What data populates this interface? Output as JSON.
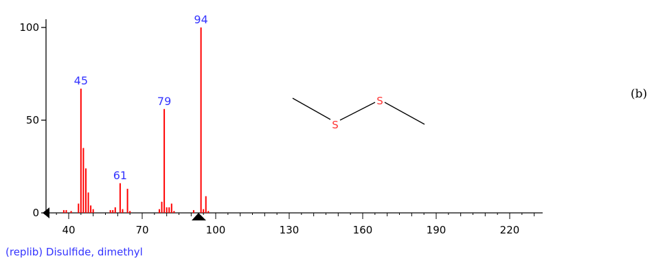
{
  "chart_data": {
    "type": "bar",
    "subtype": "mass-spectrum",
    "xlim": [
      35,
      240
    ],
    "ylim": [
      0,
      100
    ],
    "x_ticks": [
      40,
      70,
      100,
      130,
      160,
      190,
      220
    ],
    "y_ticks": [
      0,
      50,
      100
    ],
    "peaks": [
      {
        "x": 38,
        "y": 1.5
      },
      {
        "x": 39,
        "y": 1.5
      },
      {
        "x": 41,
        "y": 1
      },
      {
        "x": 44,
        "y": 5
      },
      {
        "x": 45,
        "y": 67
      },
      {
        "x": 46,
        "y": 35
      },
      {
        "x": 47,
        "y": 24
      },
      {
        "x": 48,
        "y": 11
      },
      {
        "x": 49,
        "y": 4
      },
      {
        "x": 50,
        "y": 2
      },
      {
        "x": 57,
        "y": 1.5
      },
      {
        "x": 58,
        "y": 1.5
      },
      {
        "x": 59,
        "y": 3
      },
      {
        "x": 61,
        "y": 16
      },
      {
        "x": 62,
        "y": 2
      },
      {
        "x": 64,
        "y": 13
      },
      {
        "x": 65,
        "y": 1
      },
      {
        "x": 77,
        "y": 2
      },
      {
        "x": 78,
        "y": 6
      },
      {
        "x": 79,
        "y": 56
      },
      {
        "x": 80,
        "y": 3
      },
      {
        "x": 81,
        "y": 3
      },
      {
        "x": 82,
        "y": 5
      },
      {
        "x": 83,
        "y": 1
      },
      {
        "x": 91,
        "y": 1.5
      },
      {
        "x": 94,
        "y": 100
      },
      {
        "x": 95,
        "y": 2
      },
      {
        "x": 96,
        "y": 9
      },
      {
        "x": 97,
        "y": 1
      }
    ],
    "peak_labels": [
      {
        "x": 45,
        "y": 67,
        "text": "45"
      },
      {
        "x": 61,
        "y": 16,
        "text": "61"
      },
      {
        "x": 79,
        "y": 56,
        "text": "79"
      },
      {
        "x": 94,
        "y": 100,
        "text": "94"
      }
    ],
    "caption": "(replib) Disulfide, dimethyl"
  },
  "structure": {
    "atoms": [
      "S",
      "S"
    ]
  },
  "panel_label": "(b)",
  "colors": {
    "peak": "#ff0000",
    "peak_label": "#3333ff",
    "atom": "#ff3333",
    "caption": "#3333ff",
    "axis": "#000000"
  }
}
